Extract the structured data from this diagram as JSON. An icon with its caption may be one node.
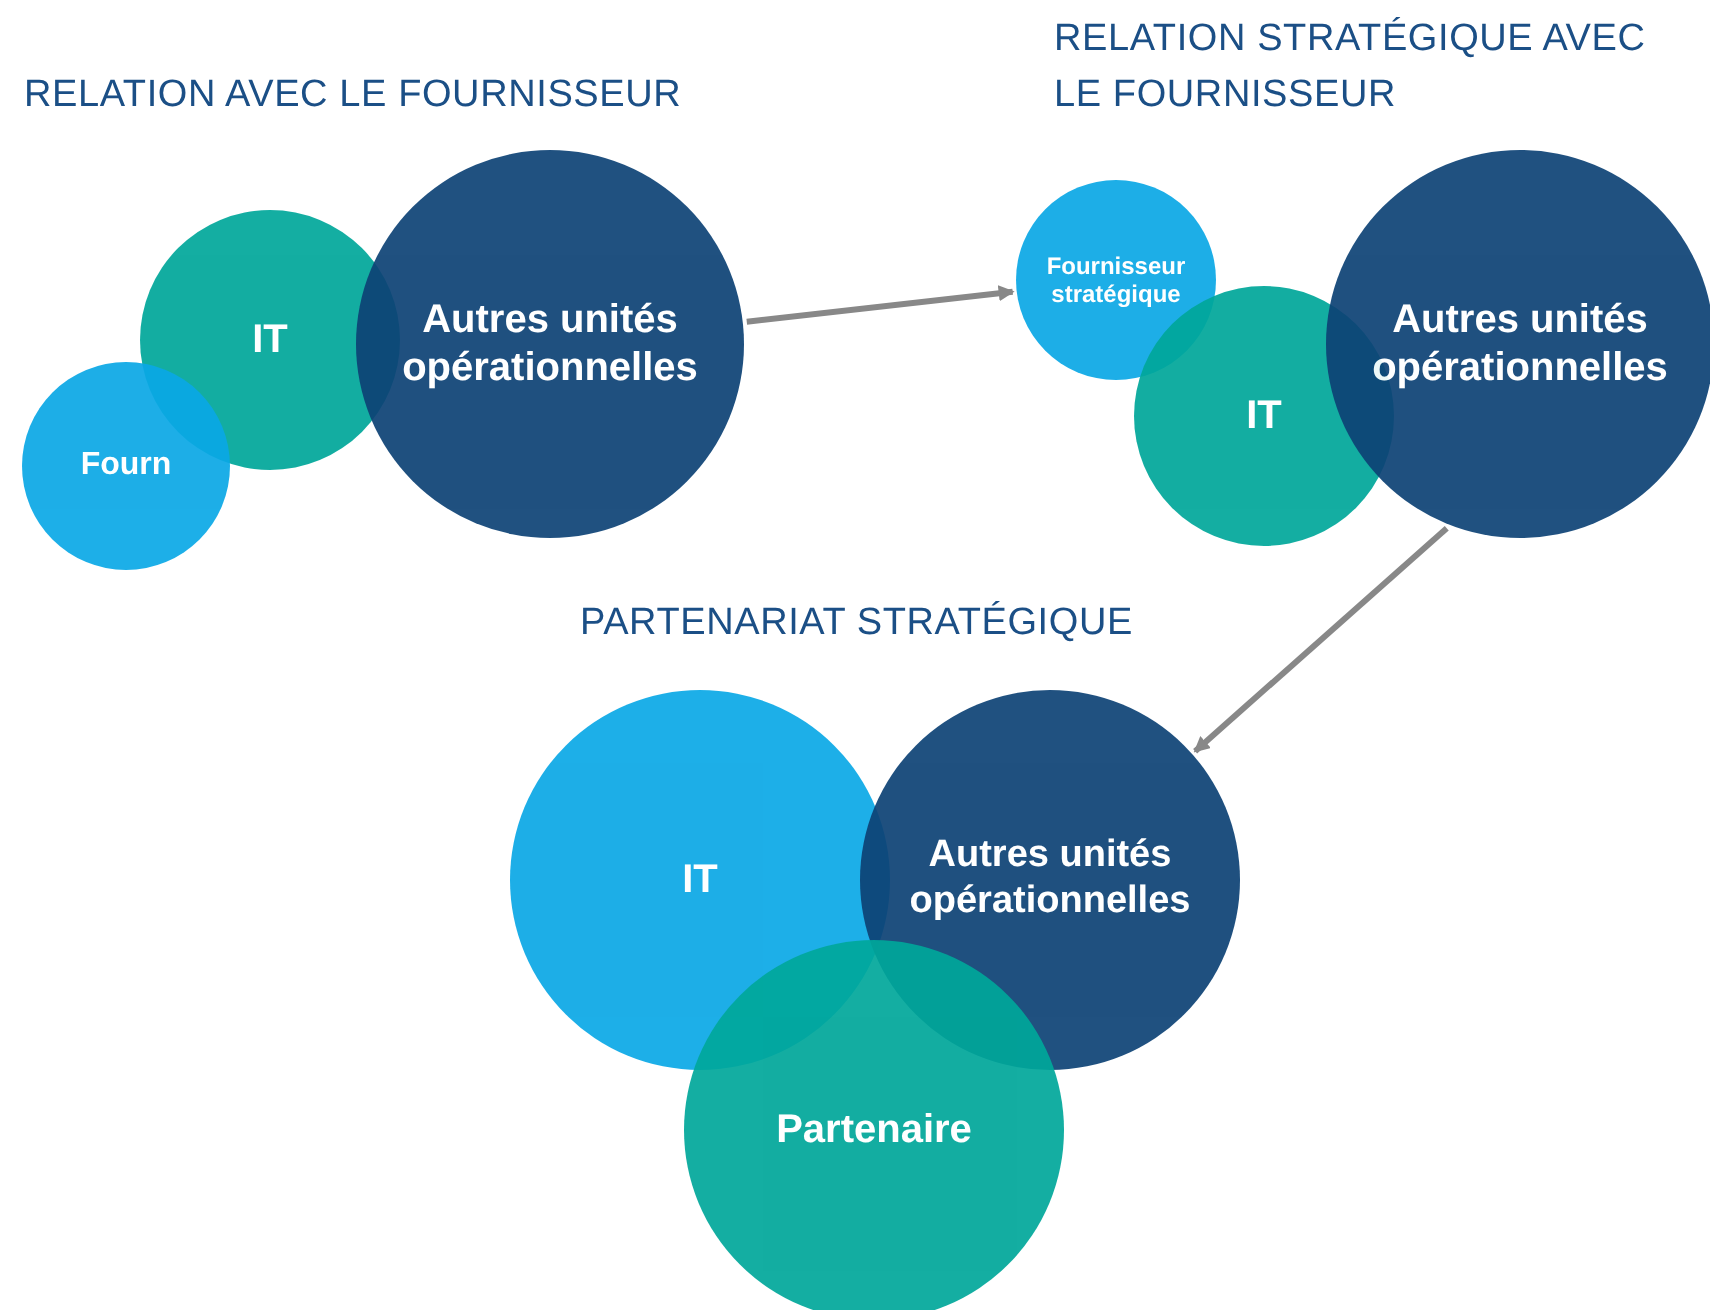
{
  "diagram": {
    "nodes": [
      {
        "text": [
          "IT"
        ]
      },
      {
        "text": [
          "Autres unités opérationnelles"
        ]
      },
      {
        "text": [
          "Fourn"
        ]
      },
      {
        "text": [
          "Fournisseur stratégique"
        ]
      },
      {
        "text": [
          "Autres unités opérationnelles"
        ]
      },
      {
        "text": [
          "IT"
        ]
      },
      {
        "text": [
          "IT"
        ]
      },
      {
        "text": [
          "Autres unités opérationnelles"
        ]
      },
      {
        "text": [
          "Partenaire"
        ]
      }
    ],
    "edges": [
      {
        "from": 1,
        "to": 3,
        "arrow": "to"
      },
      {
        "from": 4,
        "to": 7,
        "arrow": "to"
      }
    ],
    "labels": [
      "RELATION AVEC LE FOURNISSEUR",
      "RELATION STRATÉGIQUE AVEC LE FOURNISSEUR",
      "PARTENARIAT STRATÉGIQUE"
    ]
  }
}
